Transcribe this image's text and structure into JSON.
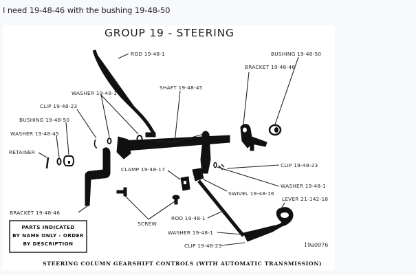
{
  "message": {
    "text": "I need 19-48-46 with the bushing 19-48-50"
  },
  "diagram": {
    "title": "GROUP 19 - STEERING",
    "caption": "STEERING COLUMN GEARSHIFT CONTROLS (WITH AUTOMATIC TRANSMISSION)",
    "figure_code": "19a0976",
    "note_box": {
      "line1": "PARTS INDICATED",
      "line2": "BY NAME ONLY - ORDER",
      "line3": "BY DESCRIPTION"
    },
    "labels": {
      "rod_top": "ROD 19-48-1",
      "bushing_right": "BUSHING 19-48-50",
      "bracket_right": "BRACKET 19-48-46",
      "shaft": "SHAFT 19-48-45",
      "washer_top": "WASHER 19-48-1",
      "clip_left": "CLIP 19-48-23",
      "bushing_left": "BUSHING 19-48-50",
      "washer_left": "WASHER 19-48-45",
      "retainer": "RETAINER",
      "clamp": "CLAMP 19-48-17",
      "clip_right": "CLIP 19-48-23",
      "washer_right": "WASHER 19-48-1",
      "swivel": "SWIVEL 19-48-16",
      "lever": "LEVER 21-142-18",
      "bracket_left": "BRACKET 19-48-46",
      "screw": "SCREW",
      "rod_bottom": "ROD 19-48-1",
      "washer_bottom": "WASHER 19-48-1",
      "clip_bottom": "CLIP 19-48-23"
    }
  }
}
